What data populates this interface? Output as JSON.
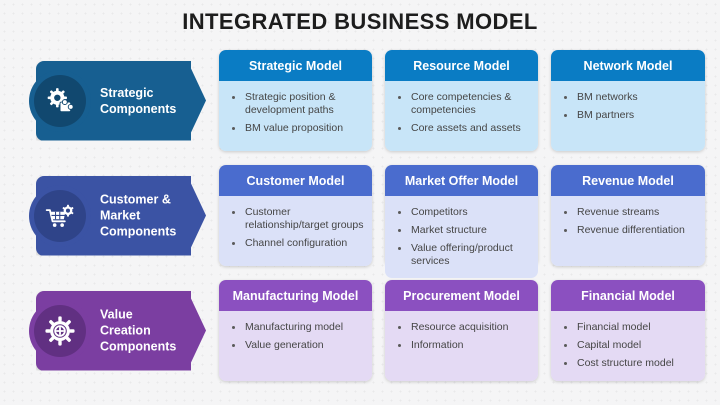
{
  "title": "INTEGRATED BUSINESS MODEL",
  "rows": [
    {
      "label": "Strategic Components",
      "icon": "gear-puzzle-icon",
      "colors": {
        "banner": "#175F91",
        "circle": "#11486F",
        "header": "#0A7CC4",
        "body": "#C8E5F8"
      },
      "cards": [
        {
          "title": "Strategic Model",
          "bullets": [
            "Strategic position & development paths",
            "BM value proposition"
          ]
        },
        {
          "title": "Resource Model",
          "bullets": [
            "Core competencies & competencies",
            "Core assets and assets"
          ]
        },
        {
          "title": "Network Model",
          "bullets": [
            "BM networks",
            "BM partners"
          ]
        }
      ]
    },
    {
      "label": "Customer & Market Components",
      "icon": "cart-gear-icon",
      "colors": {
        "banner": "#3B53A4",
        "circle": "#2F4489",
        "header": "#4A6CCE",
        "body": "#DBE1F8"
      },
      "cards": [
        {
          "title": "Customer Model",
          "bullets": [
            "Customer relationship/target groups",
            "Channel configuration"
          ]
        },
        {
          "title": "Market Offer Model",
          "bullets": [
            "Competitors",
            "Market structure",
            "Value offering/product services"
          ]
        },
        {
          "title": "Revenue Model",
          "bullets": [
            "Revenue streams",
            "Revenue differentiation"
          ]
        }
      ]
    },
    {
      "label": "Value Creation Components",
      "icon": "gear-plus-icon",
      "colors": {
        "banner": "#7B3EA1",
        "circle": "#613082",
        "header": "#8B50C0",
        "body": "#E4DAF4"
      },
      "cards": [
        {
          "title": "Manufacturing Model",
          "bullets": [
            "Manufacturing model",
            "Value generation"
          ]
        },
        {
          "title": "Procurement Model",
          "bullets": [
            "Resource acquisition",
            "Information"
          ]
        },
        {
          "title": "Financial Model",
          "bullets": [
            "Financial model",
            "Capital model",
            "Cost structure model"
          ]
        }
      ]
    }
  ]
}
